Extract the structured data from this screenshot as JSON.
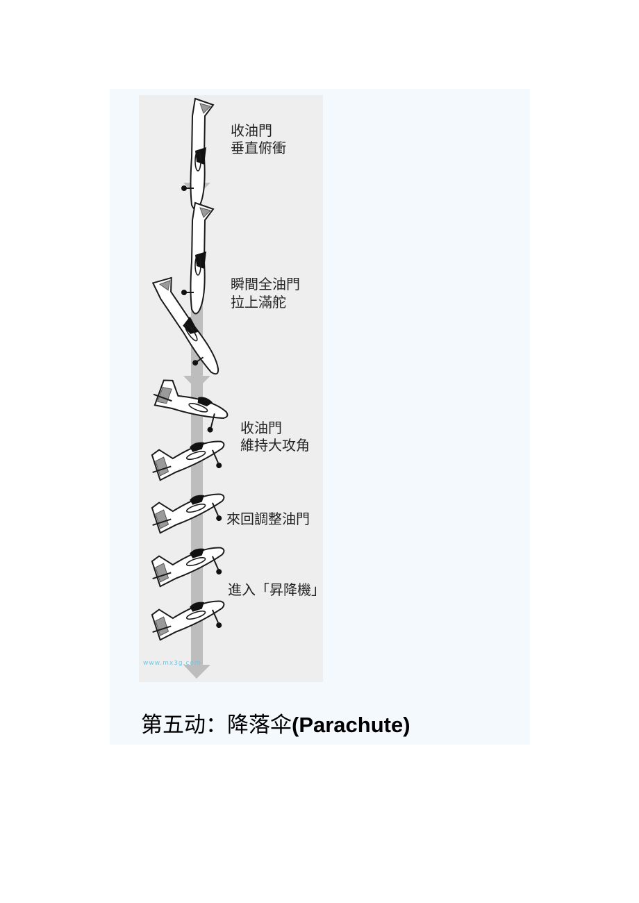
{
  "figure": {
    "captions": [
      [
        "收油門",
        "垂直俯衝"
      ],
      [
        "瞬間全油門",
        "拉上滿舵"
      ],
      [
        "收油門",
        "維持大攻角"
      ],
      [
        "來回調整油門"
      ],
      [
        "進入「昇降機」"
      ]
    ],
    "watermark": "www.mx3g.com",
    "colors": {
      "arrow": "#bdbdbd",
      "background": "#eeeeee",
      "plane_outline": "#1a1a1a",
      "plane_fill": "#ffffff",
      "canopy": "#111111"
    }
  },
  "heading": {
    "cjk": "第五动：降落伞",
    "latin": "(Parachute)"
  },
  "page": {
    "panel_color": "#f3f9fd"
  }
}
